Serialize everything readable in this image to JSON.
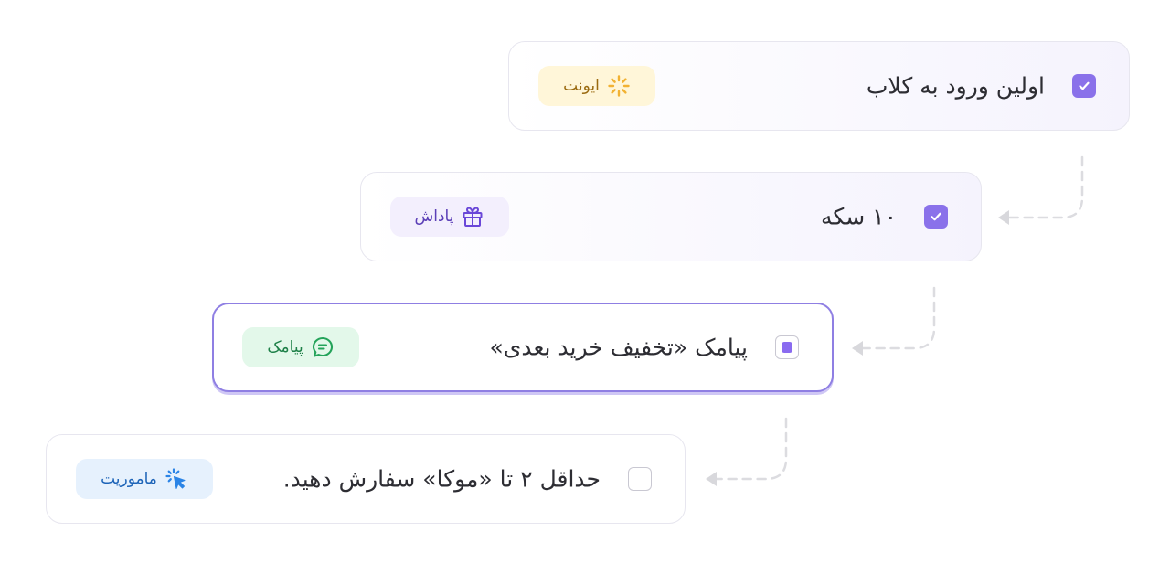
{
  "steps": [
    {
      "title": "اولین ورود به کلاب",
      "status": "checked",
      "badge": {
        "label": "ایونت",
        "icon": "sparkle-icon",
        "bg": "#fff6d9",
        "color": "#9a6a10",
        "iconColor": "#f2b233"
      }
    },
    {
      "title": "۱۰ سکه",
      "status": "checked",
      "badge": {
        "label": "پاداش",
        "icon": "gift-icon",
        "bg": "#f3effd",
        "color": "#5b3fb7",
        "iconColor": "#6a47d8"
      }
    },
    {
      "title": "پیامک «تخفیف خرید بعدی»",
      "status": "in-progress",
      "badge": {
        "label": "پیامک",
        "icon": "message-icon",
        "bg": "#e3f8ea",
        "color": "#1e8048",
        "iconColor": "#24a35a"
      }
    },
    {
      "title": "حداقل ۲ تا «موکا» سفارش دهید.",
      "status": "unchecked",
      "badge": {
        "label": "ماموریت",
        "icon": "cursor-click-icon",
        "bg": "#e6f1fd",
        "color": "#1d64b8",
        "iconColor": "#2b84e6"
      }
    }
  ]
}
